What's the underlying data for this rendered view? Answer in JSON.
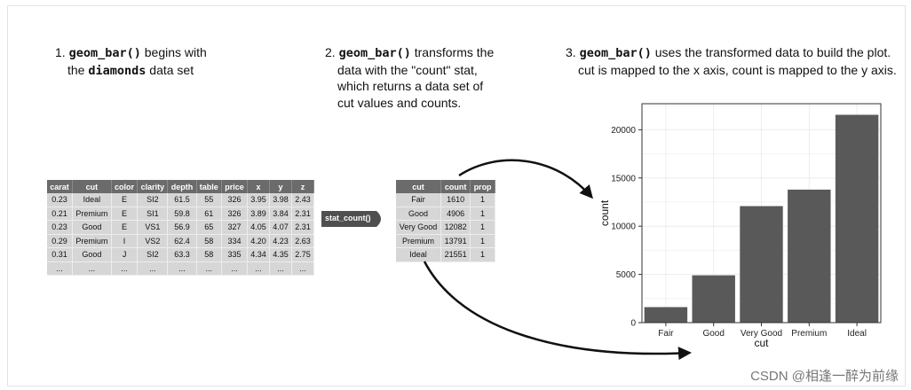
{
  "step1": {
    "num": "1.",
    "code": "geom_bar()",
    "text1": " begins with",
    "text2": "the ",
    "code2": "diamonds",
    "text3": " data set"
  },
  "step2": {
    "num": "2.",
    "code": "geom_bar()",
    "text1": " transforms",
    "text2": "the data with the \"count\" stat, which returns a data set of cut values and counts."
  },
  "step3": {
    "num": "3.",
    "code": "geom_bar()",
    "text1": " uses the transformed data to build the plot. cut is mapped to the x axis, count is mapped to the y axis."
  },
  "diamonds_table": {
    "headers": [
      "carat",
      "cut",
      "color",
      "clarity",
      "depth",
      "table",
      "price",
      "x",
      "y",
      "z"
    ],
    "rows": [
      [
        "0.23",
        "Ideal",
        "E",
        "SI2",
        "61.5",
        "55",
        "326",
        "3.95",
        "3.98",
        "2.43"
      ],
      [
        "0.21",
        "Premium",
        "E",
        "SI1",
        "59.8",
        "61",
        "326",
        "3.89",
        "3.84",
        "2.31"
      ],
      [
        "0.23",
        "Good",
        "E",
        "VS1",
        "56.9",
        "65",
        "327",
        "4.05",
        "4.07",
        "2.31"
      ],
      [
        "0.29",
        "Premium",
        "I",
        "VS2",
        "62.4",
        "58",
        "334",
        "4.20",
        "4.23",
        "2.63"
      ],
      [
        "0.31",
        "Good",
        "J",
        "SI2",
        "63.3",
        "58",
        "335",
        "4.34",
        "4.35",
        "2.75"
      ],
      [
        "...",
        "...",
        "...",
        "...",
        "...",
        "...",
        "...",
        "...",
        "...",
        "..."
      ]
    ]
  },
  "stat_label": "stat_count()",
  "counts_table": {
    "headers": [
      "cut",
      "count",
      "prop"
    ],
    "rows": [
      [
        "Fair",
        "1610",
        "1"
      ],
      [
        "Good",
        "4906",
        "1"
      ],
      [
        "Very Good",
        "12082",
        "1"
      ],
      [
        "Premium",
        "13791",
        "1"
      ],
      [
        "Ideal",
        "21551",
        "1"
      ]
    ]
  },
  "chart_data": {
    "type": "bar",
    "categories": [
      "Fair",
      "Good",
      "Very Good",
      "Premium",
      "Ideal"
    ],
    "values": [
      1610,
      4906,
      12082,
      13791,
      21551
    ],
    "xlabel": "cut",
    "ylabel": "count",
    "yticks": [
      0,
      5000,
      10000,
      15000,
      20000
    ],
    "ylim": [
      0,
      22700
    ],
    "grid": true,
    "bar_color": "#595959",
    "panel_border": "#333333",
    "grid_color": "#ececec"
  },
  "watermark": "CSDN @相逢一醉为前缘"
}
